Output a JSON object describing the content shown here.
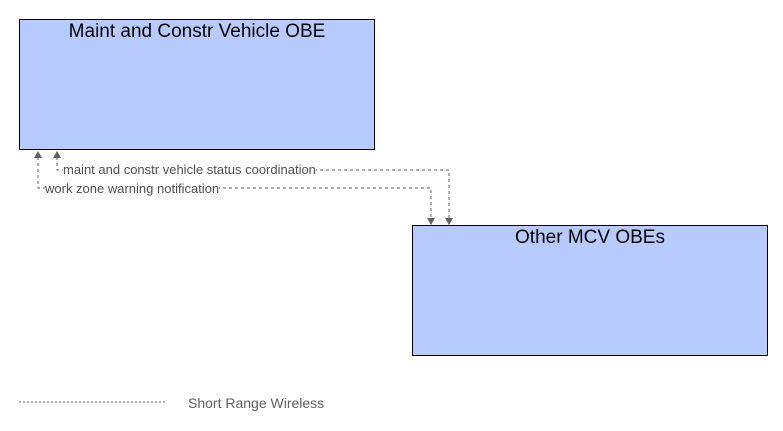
{
  "nodes": {
    "maint_vehicle": {
      "title": "Maint and Constr Vehicle OBE"
    },
    "other_obes": {
      "title": "Other MCV OBEs"
    }
  },
  "flows": [
    {
      "label": "maint and constr vehicle status coordination",
      "style": "dashed"
    },
    {
      "label": "work zone warning notification",
      "style": "dashed"
    }
  ],
  "legend": {
    "label": "Short Range Wireless",
    "line_style": "dotted"
  },
  "colors": {
    "box_fill": "#b8cbff",
    "box_border": "#000000",
    "line": "#606060",
    "label_text": "#505050"
  }
}
